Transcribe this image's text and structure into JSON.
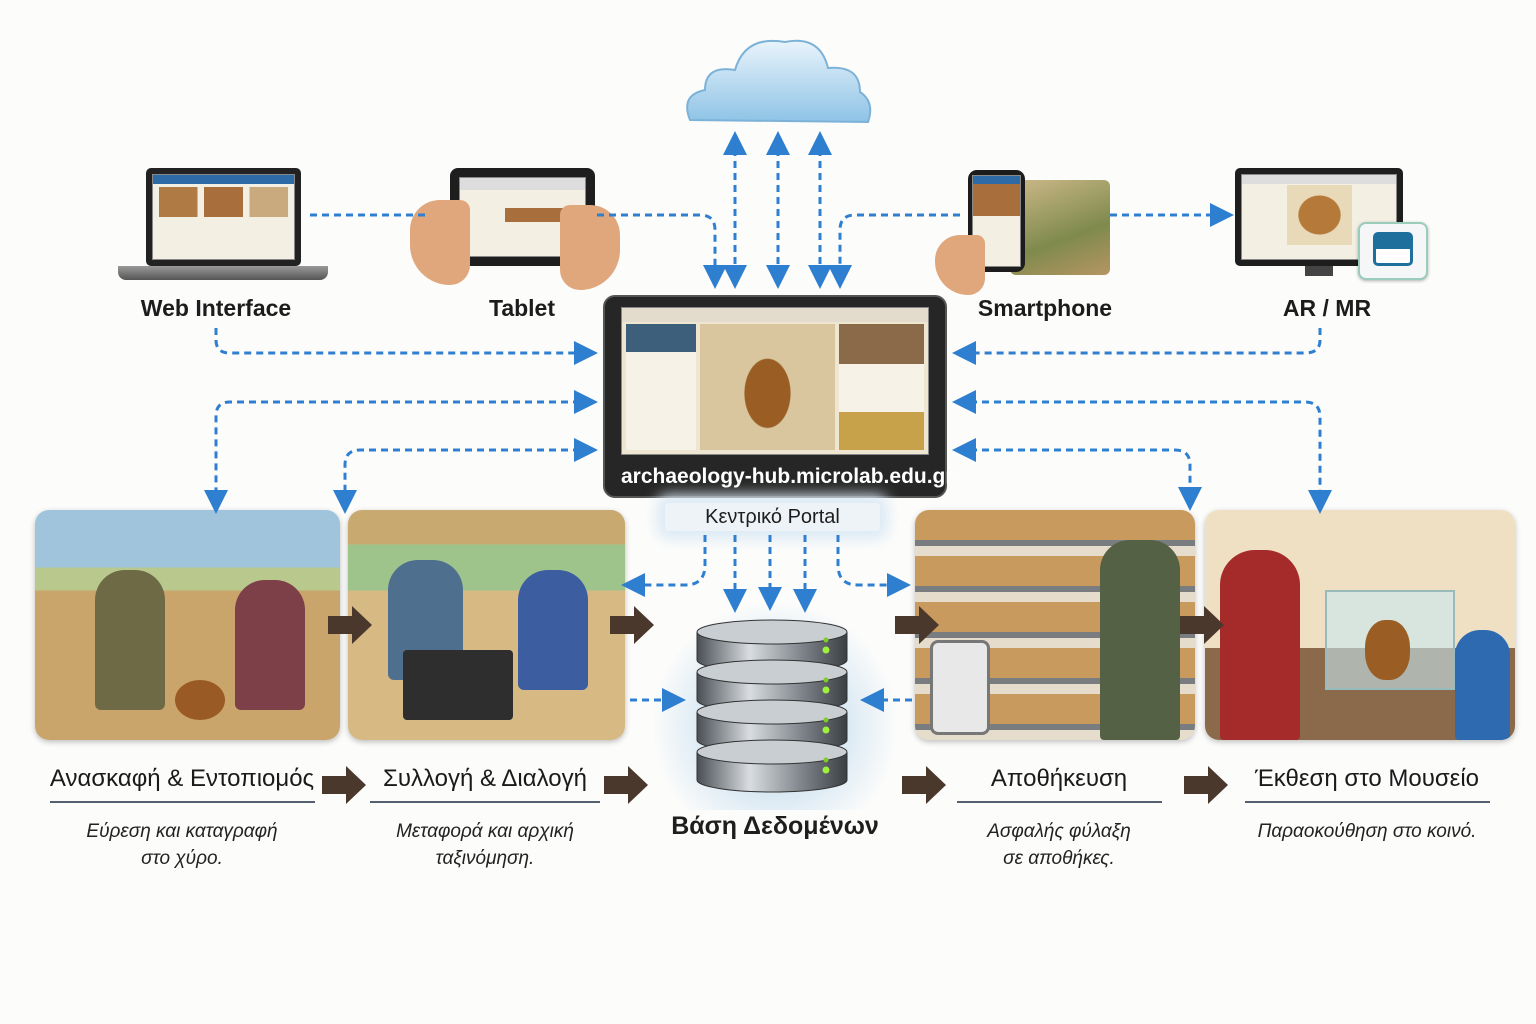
{
  "devices": [
    {
      "label": "Web Interface",
      "icon": "laptop-icon"
    },
    {
      "label": "Tablet",
      "icon": "tablet-icon"
    },
    {
      "label": "Smartphone",
      "icon": "smartphone-icon"
    },
    {
      "label": "AR / MR",
      "icon": "monitor-icon"
    }
  ],
  "cloud": {
    "icon": "cloud-icon"
  },
  "portal": {
    "url": "archaeology-hub.microlab.edu.gr",
    "label": "Κεντρικό Portal"
  },
  "database": {
    "label": "Βάση Δεδομένων",
    "icon": "database-icon"
  },
  "stages": [
    {
      "title": "Ανασκαφή & Εντοπιομός",
      "desc1": "Εύρεση και καταγραφή",
      "desc2": "στο χύρο."
    },
    {
      "title": "Συλλογή & Διαλογή",
      "desc1": "Μεταφορά και αρχική",
      "desc2": "ταξινόμηση."
    },
    {
      "title": "Αποθήκευση",
      "desc1": "Ασφαλής φύλαξη",
      "desc2": "σε αποθήκες."
    },
    {
      "title": "Έκθεση στο Μουσείο",
      "desc1": "Παραοκούθηση στο κοινό.",
      "desc2": ""
    }
  ],
  "colors": {
    "connector": "#2f7fd0",
    "flow_arrow": "#4a382c",
    "portal_frame": "#2a2a2a"
  }
}
